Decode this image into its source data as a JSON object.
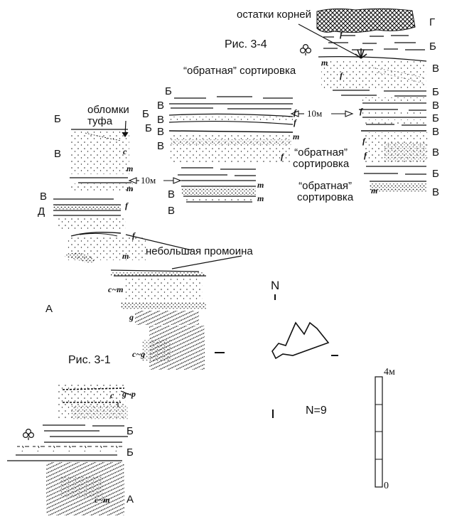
{
  "figures": {
    "fig_3_4": "Рис. 3-4",
    "fig_3_1": "Рис. 3-1"
  },
  "annotations": {
    "roots": "остатки корней",
    "inverse_sorting_1": "“обратная” сортировка",
    "tuff_fragments": "обломки\nтуфа",
    "inverse_sorting_2": "“обратная”\nсортировка",
    "inverse_sorting_3": "“обратная”\nсортировка",
    "small_gully": "небольшая промоина"
  },
  "distance_label": "10м",
  "unit_letters": {
    "A": "А",
    "B": "Б",
    "V": "В",
    "G": "Г",
    "D": "Д"
  },
  "texture_codes": {
    "f": "f",
    "m": "m",
    "c": "c",
    "g": "g",
    "c_m": "c~m",
    "c_g": "c~g",
    "g_p": "g~p"
  },
  "compass": {
    "north": "N",
    "count": "N=9"
  },
  "scale_bar": {
    "top": "4м",
    "bottom": "0"
  },
  "colors": {
    "ink": "#111111",
    "paper": "#ffffff"
  }
}
